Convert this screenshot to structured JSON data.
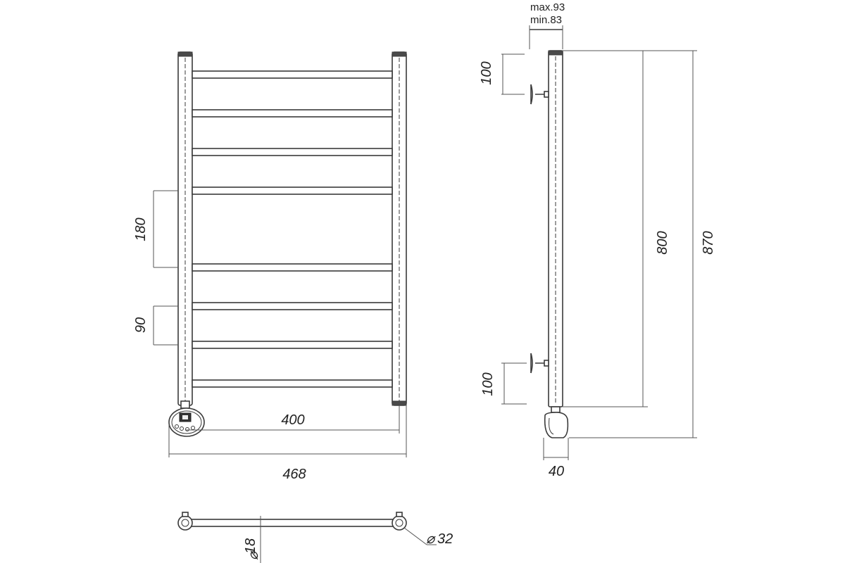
{
  "front_view": {
    "dim_total_width": "468",
    "dim_rail_spacing": "400",
    "dim_pitch_large": "180",
    "dim_pitch_small": "90"
  },
  "side_view": {
    "dim_depth_max": "max.93",
    "dim_depth_min": "min.83",
    "dim_top_bracket": "100",
    "dim_bottom_bracket": "100",
    "dim_height": "800",
    "dim_total_height": "870",
    "dim_thermostat_width": "40"
  },
  "top_view": {
    "dim_bar_diameter": "18",
    "dim_rail_diameter": "32"
  }
}
